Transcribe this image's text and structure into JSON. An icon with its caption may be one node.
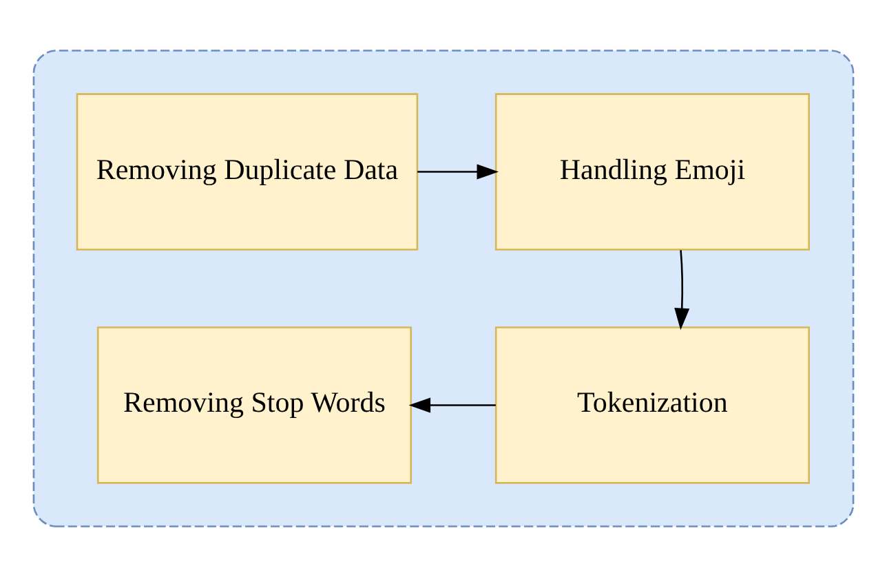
{
  "diagram": {
    "nodes": [
      {
        "text": [],
        "shape": "box"
      },
      {
        "text": [
          "Removing Duplicate Data"
        ],
        "in": 0
      },
      {
        "text": [
          "Handling Emoji"
        ],
        "in": 0
      },
      {
        "text": [
          "Removing Stop Words"
        ],
        "in": 0
      },
      {
        "text": [
          "Tokenization"
        ],
        "in": 0
      }
    ],
    "edges": [
      {
        "from": 1,
        "to": 2,
        "arrow": "to"
      },
      {
        "from": 2,
        "to": 4,
        "arrow": "to"
      },
      {
        "from": 4,
        "to": 3,
        "arrow": "to"
      }
    ]
  }
}
